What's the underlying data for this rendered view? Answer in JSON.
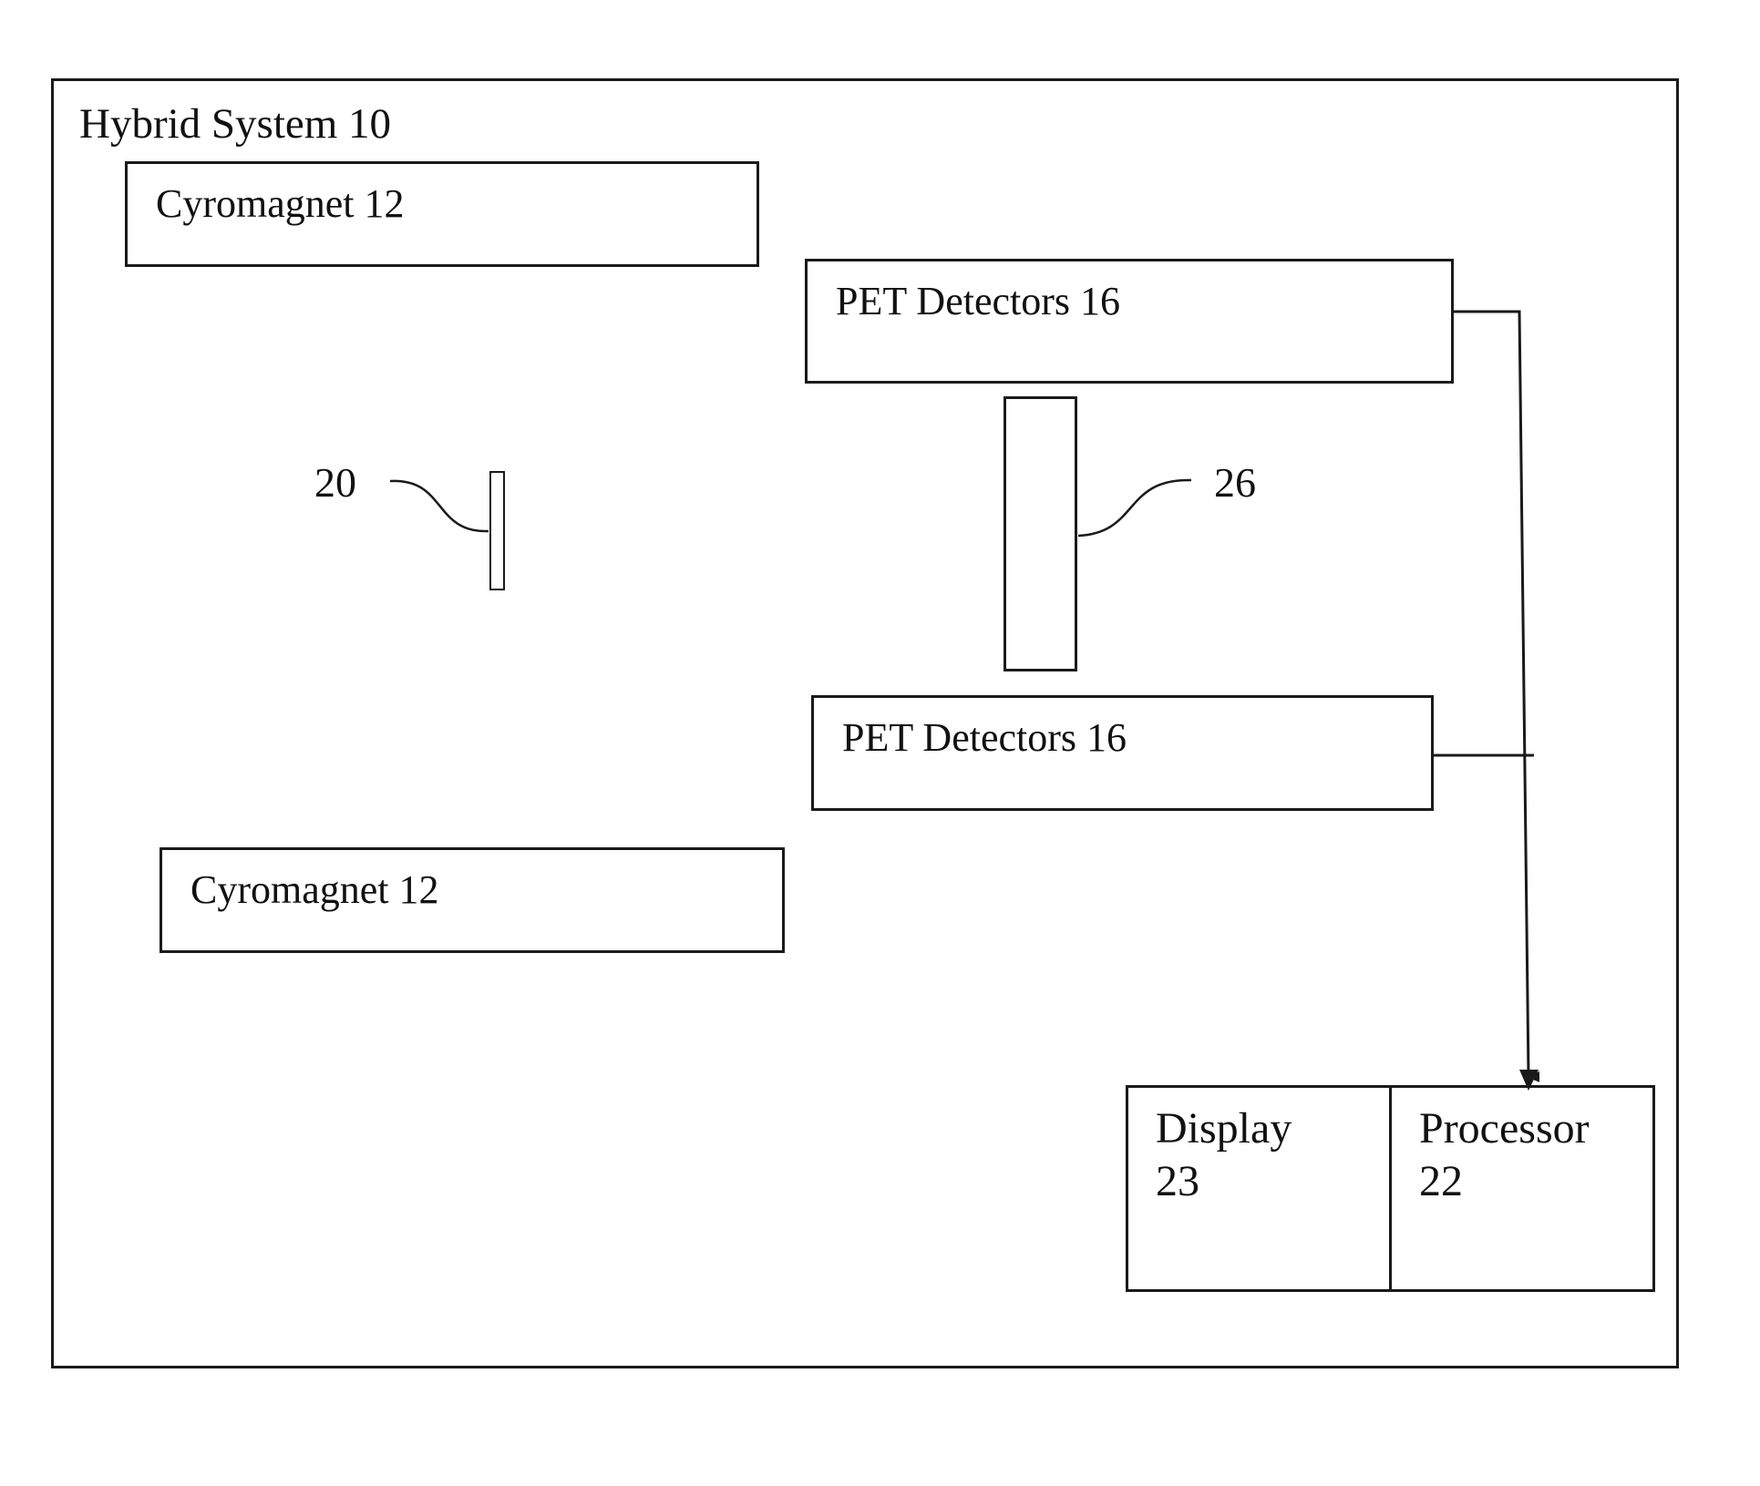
{
  "system": {
    "title": "Hybrid System 10"
  },
  "components": {
    "cryomagnet_top": "Cyromagnet 12",
    "cryomagnet_bottom": "Cyromagnet 12",
    "pet_detectors_top": "PET Detectors 16",
    "pet_detectors_bottom": "PET Detectors 16",
    "display": {
      "line1": "Display",
      "line2": "23"
    },
    "processor": {
      "line1": "Processor",
      "line2": "22"
    }
  },
  "reference_numerals": {
    "element_20": "20",
    "element_26": "26"
  },
  "colors": {
    "line": "#1a1a1a",
    "background": "#ffffff"
  }
}
